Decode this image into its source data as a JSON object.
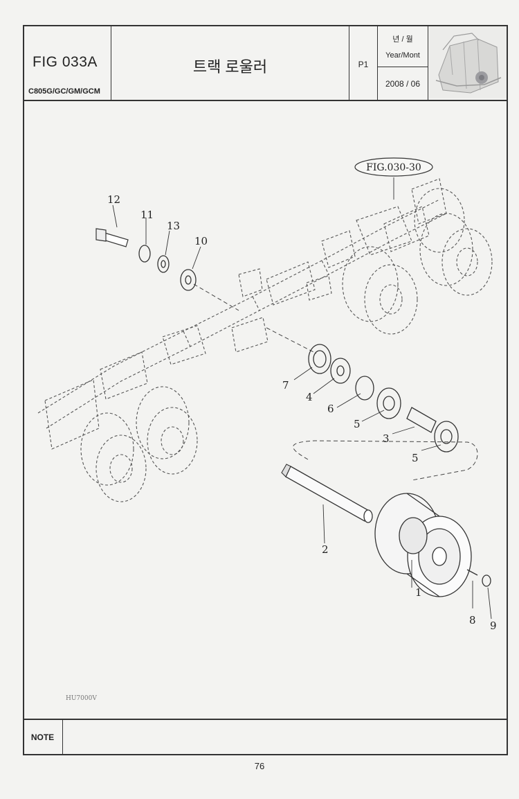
{
  "header": {
    "fig_number": "FIG 033A",
    "models": "C805G/GC/GM/GCM",
    "title": "트랙 로울러",
    "page": "P1",
    "year_month_kr": "년 / 월",
    "year_month_en": "Year/Mont",
    "date": "2008 / 06"
  },
  "diagram": {
    "reference": "FIG.030-30",
    "callouts": [
      "1",
      "2",
      "3",
      "4",
      "5",
      "5",
      "6",
      "7",
      "8",
      "9",
      "10",
      "11",
      "12",
      "13"
    ]
  },
  "drawing_id": "HU7000V",
  "note": {
    "label": "NOTE"
  },
  "footer": {
    "page_number": "76"
  }
}
